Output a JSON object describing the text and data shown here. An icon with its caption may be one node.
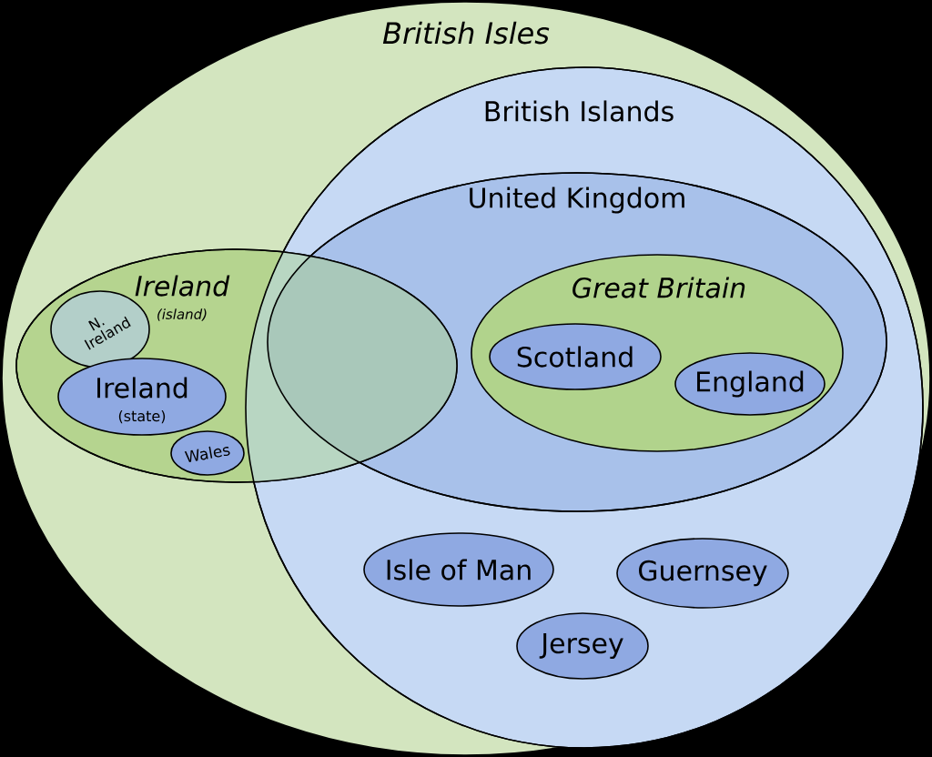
{
  "diagram": {
    "nodes": [
      {
        "text": [
          "British Isles"
        ]
      },
      {
        "text": [
          "British Islands"
        ],
        "in": 0
      },
      {
        "text": [
          "United Kingdom"
        ],
        "in": 1
      },
      {
        "text": [
          "Great Britain"
        ],
        "in": 2
      },
      {
        "text": [
          "Scotland"
        ],
        "in": 3
      },
      {
        "text": [
          "England"
        ],
        "in": 3
      },
      {
        "text": [
          "Ireland",
          "(island)"
        ],
        "in": 0
      },
      {
        "text": [
          "N. Ireland"
        ],
        "in": 6
      },
      {
        "text": [
          "Ireland",
          "(state)"
        ],
        "in": 6
      },
      {
        "text": [
          "Wales"
        ],
        "in": 6
      },
      {
        "text": [
          "Isle of Man"
        ],
        "in": 1
      },
      {
        "text": [
          "Guernsey"
        ],
        "in": 1
      },
      {
        "text": [
          "Jersey"
        ],
        "in": 1
      }
    ]
  }
}
